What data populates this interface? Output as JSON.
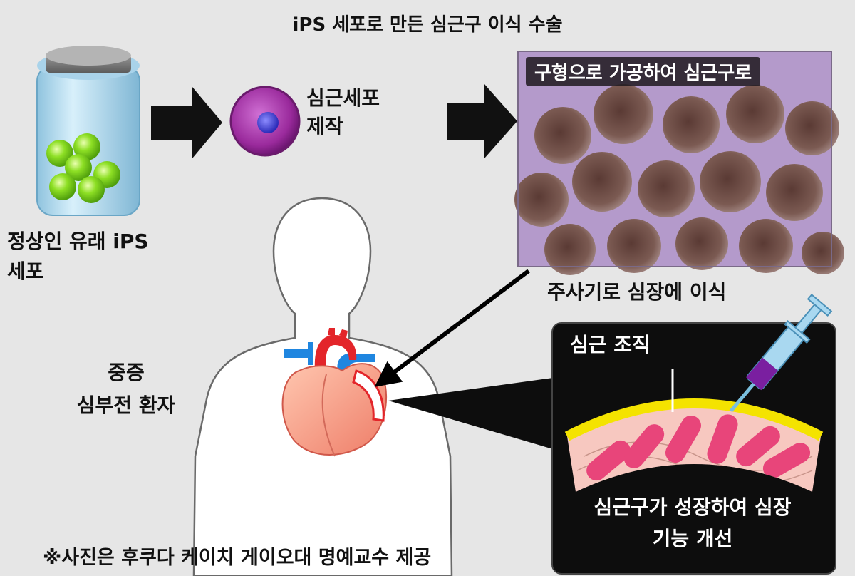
{
  "title": "iPS 세포로 만든 심근구 이식 수술",
  "steps": {
    "ips_cells": {
      "line1": "정상인 유래 iPS",
      "line2": "세포"
    },
    "cardiomyocyte": {
      "line1": "심근세포",
      "line2": "제작"
    },
    "spheroid": {
      "label": "구형으로 가공하여 심근구로"
    },
    "injection": {
      "label": "주사기로 심장에 이식"
    }
  },
  "patient": {
    "line1": "중증",
    "line2": "심부전 환자"
  },
  "detail_panel": {
    "tissue_label": "심근 조직",
    "result_line1": "심근구가 성장하여 심장",
    "result_line2": "기능 개선"
  },
  "credit": "※사진은 후쿠다 케이치 게이오대 명예교수 제공",
  "colors": {
    "background": "#e6e6e6",
    "jar_liquid": "#b9dcef",
    "ips_cell": "#7fd321",
    "cardiomyocyte": "#a02aa0",
    "nucleus": "#3a3fd8",
    "micrograph_bg": "#b49acb",
    "spheroid": "#6a4a42",
    "heart": "#f39c84",
    "aorta": "#e3252a",
    "vessels_blue": "#1f86e0",
    "tissue_yellow": "#f4e300",
    "tissue_pink": "#f7c8c0",
    "syringe_fluid": "#7a1fa0"
  }
}
